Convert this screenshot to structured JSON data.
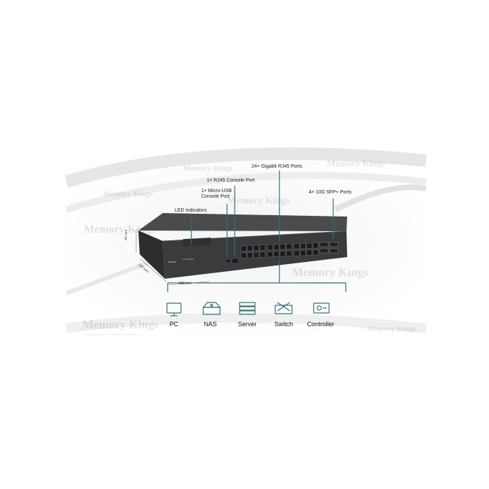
{
  "colors": {
    "teal": "#2e6f78",
    "switch_body": "#3c3d3f",
    "switch_front": "#2b2c2e",
    "port": "#1a1a1a"
  },
  "callouts": {
    "led": "LED Indicators",
    "usb_console_line1": "1× Micro-USB",
    "usb_console_line2": "Console Port",
    "rj45_console": "1× RJ45 Console Port",
    "gigabit": "24× Gigabit RJ45 Ports",
    "sfp": "4× 10G SFP+ Ports"
  },
  "dimensions": {
    "height": "44 mm",
    "depth": "180 mm",
    "width": "440 mm"
  },
  "devices": [
    {
      "label": "PC",
      "icon": "monitor-icon"
    },
    {
      "label": "NAS",
      "icon": "nas-icon"
    },
    {
      "label": "Server",
      "icon": "server-icon"
    },
    {
      "label": "Switch",
      "icon": "switch-icon"
    },
    {
      "label": "Controller",
      "icon": "controller-icon"
    }
  ],
  "brand": {
    "logo_text": "tp-link",
    "model_text": "TL-SG3428X"
  },
  "watermark": {
    "text": "Memory Kings",
    "subtitle": "17 Años Sirviendo a Colombia & Sudamérica"
  }
}
